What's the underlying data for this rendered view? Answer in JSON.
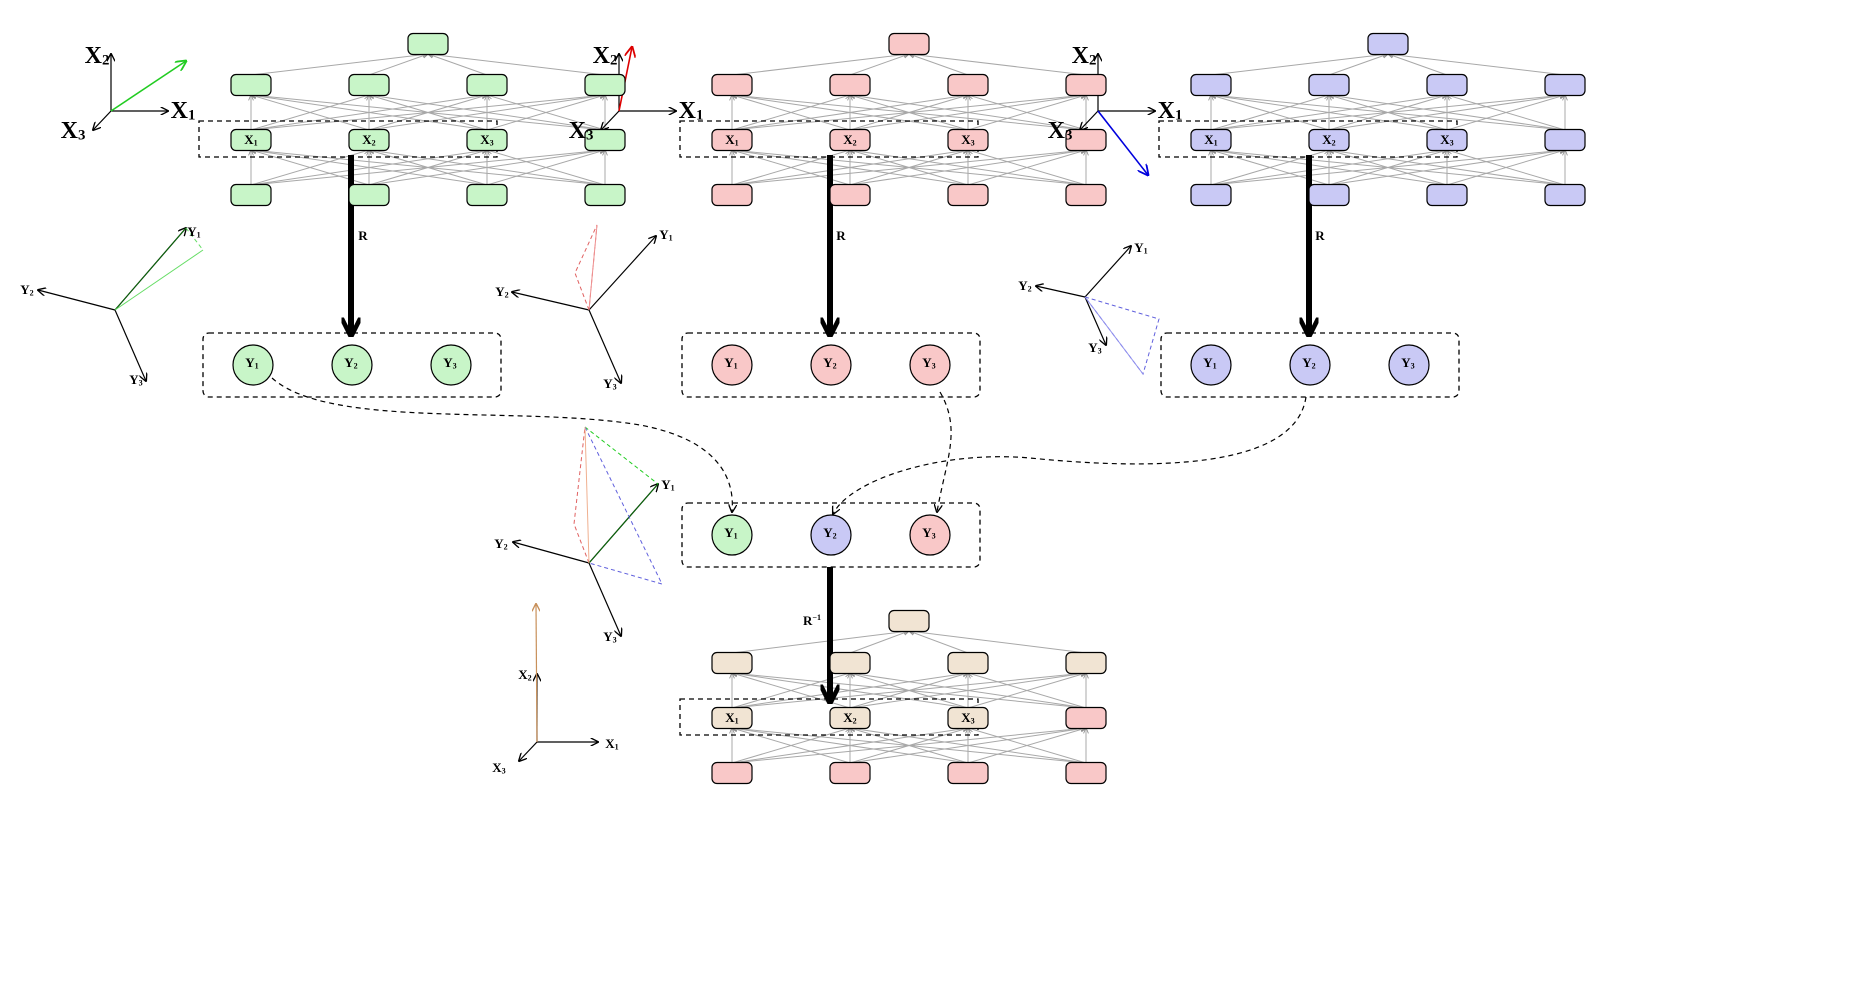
{
  "colors": {
    "green_fill": "#c8f5c8",
    "red_fill": "#f9c8c8",
    "blue_fill": "#c9c9f5",
    "tan_fill": "#f1e4d3",
    "green_arrow": "#22cc22",
    "red_arrow": "#dd0000",
    "blue_arrow": "#0000dd",
    "tan_arrow": "#c8905a",
    "edge_gray": "#a8a8a8"
  },
  "labels": {
    "X": "X",
    "Y": "Y",
    "R": "R",
    "R_inv_base": "R",
    "R_inv_exp": "−1",
    "sub1": "1",
    "sub2": "2",
    "sub3": "3"
  },
  "panels": [
    {
      "id": "green-network",
      "fill_key": "green_fill"
    },
    {
      "id": "red-network",
      "fill_key": "red_fill"
    },
    {
      "id": "blue-network",
      "fill_key": "blue_fill"
    },
    {
      "id": "reconstructed-network",
      "fill_key": "tan_fill"
    }
  ],
  "combined_outputs": [
    {
      "index": "1",
      "source": "green"
    },
    {
      "index": "2",
      "source": "blue"
    },
    {
      "index": "3",
      "source": "red"
    }
  ]
}
